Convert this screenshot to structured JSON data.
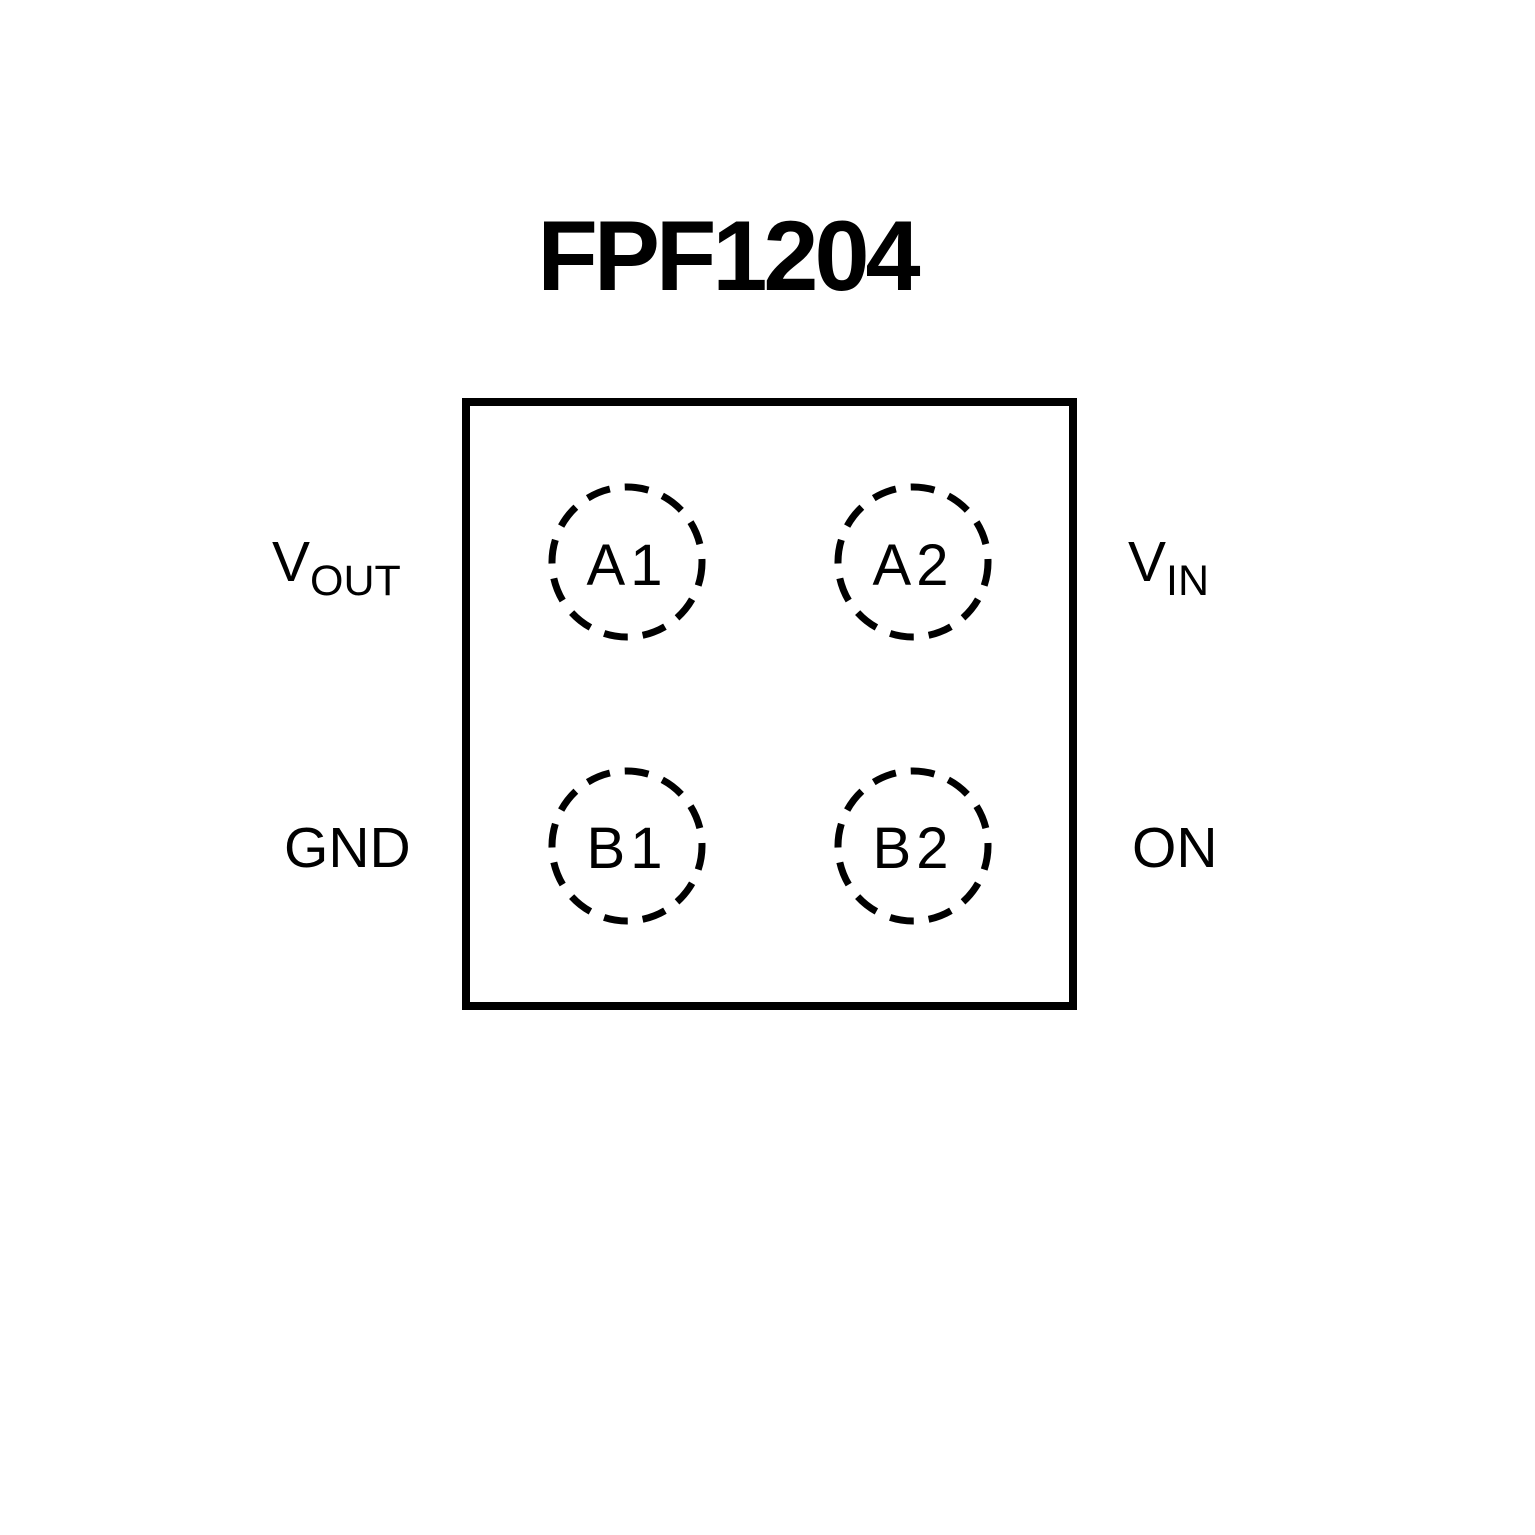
{
  "title": "FPF1204",
  "package": {
    "pads": [
      {
        "id": "A1"
      },
      {
        "id": "A2"
      },
      {
        "id": "B1"
      },
      {
        "id": "B2"
      }
    ]
  },
  "pin_labels": {
    "left_top": {
      "main": "V",
      "sub": "OUT"
    },
    "left_bottom": {
      "main": "GND",
      "sub": ""
    },
    "right_top": {
      "main": "V",
      "sub": "IN"
    },
    "right_bottom": {
      "main": "ON",
      "sub": ""
    }
  },
  "colors": {
    "line": "#000000",
    "background": "#ffffff"
  }
}
